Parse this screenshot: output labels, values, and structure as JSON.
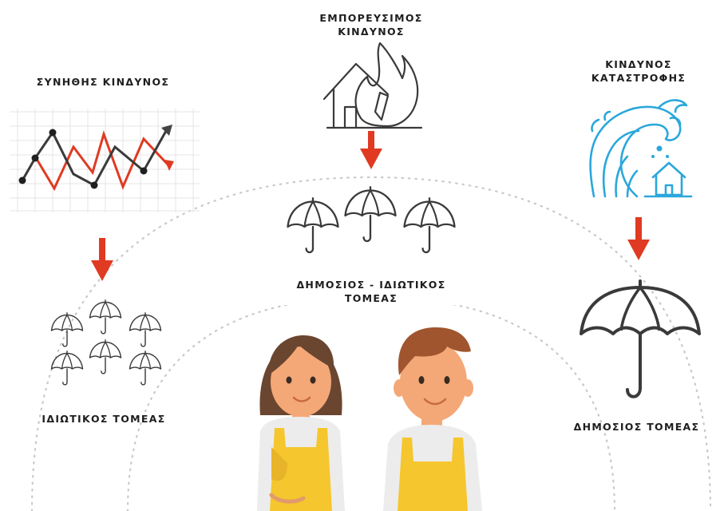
{
  "colors": {
    "accent_red": "#e03a22",
    "dark_gray": "#3a3a3a",
    "water_blue": "#2aa7dc",
    "dot_gray": "#c9c9c9",
    "apron_yellow": "#f5c62d",
    "skin": "#f4a877",
    "hair_brown": "#6a4630",
    "hair_light_brown": "#a0552e"
  },
  "labels": {
    "ordinary_risk": "ΣΥΝΗΘΗΣ ΚΙΝΔΥΝΟΣ",
    "marketable_risk_line1": "ΕΜΠΟΡΕΥΣΙΜΟΣ",
    "marketable_risk_line2": "ΚΙΝΔΥΝΟΣ",
    "catastrophe_risk_line1": "ΚΙΝΔΥΝΟΣ",
    "catastrophe_risk_line2": "ΚΑΤΑΣΤΡΟΦΗΣ",
    "private_sector": "ΙΔΙΩΤΙΚΟΣ ΤΟΜΕΑΣ",
    "public_private_line1": "ΔΗΜΟΣΙΟΣ - ΙΔΙΩΤΙΚΟΣ",
    "public_private_line2": "ΤΟΜΕΑΣ",
    "public_sector": "ΔΗΜΟΣΙΟΣ ΤΟΜΕΑΣ"
  },
  "icons": {
    "ordinary": "line-chart-icon",
    "marketable": "burning-house-icon",
    "catastrophe": "tsunami-house-icon",
    "private": "small-umbrellas-icon",
    "public_private": "three-umbrellas-icon",
    "public": "large-umbrella-icon"
  }
}
